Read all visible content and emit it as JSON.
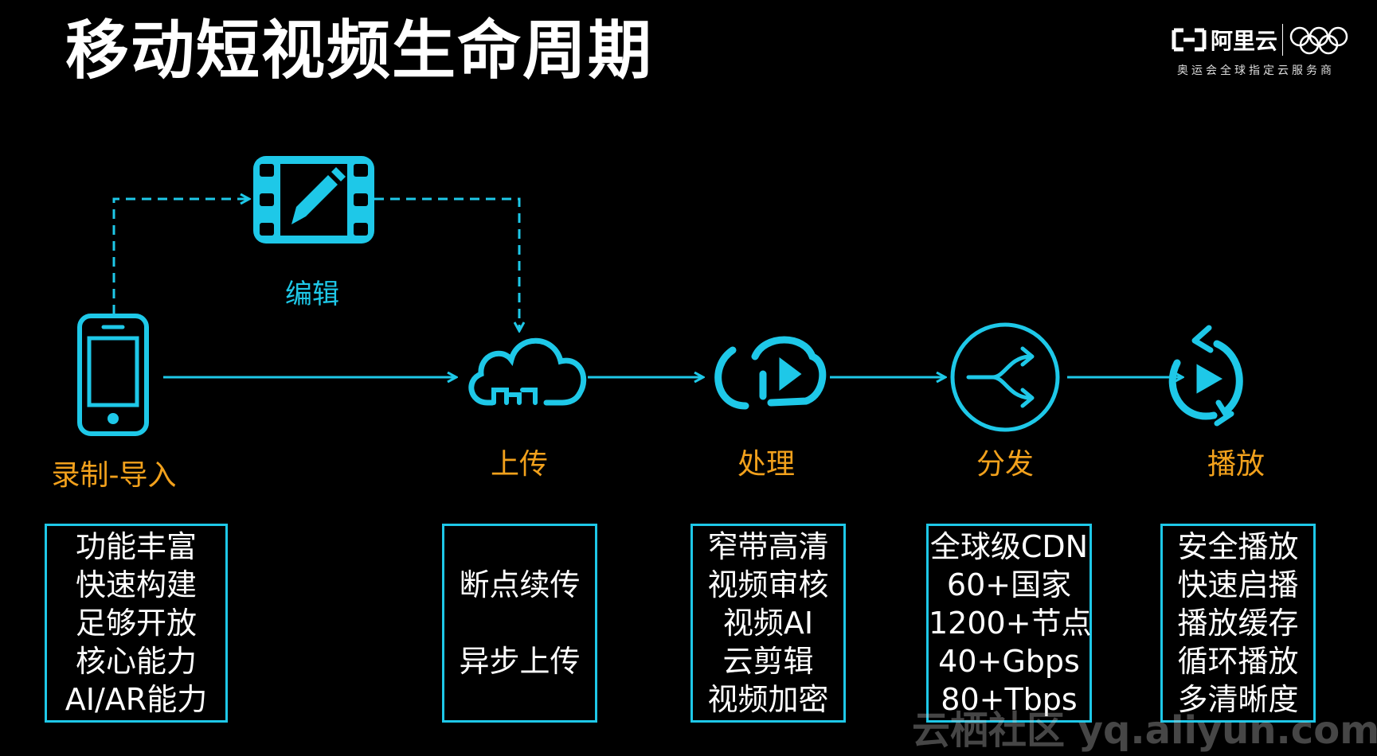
{
  "title": "移动短视频生命周期",
  "logo": {
    "brand": "阿里云",
    "subtitle": "奥运会全球指定云服务商"
  },
  "colors": {
    "accent": "#1ec8e8",
    "label": "#f2a11c",
    "background": "#000000"
  },
  "edit": {
    "label": "编辑",
    "icon": "film-edit-icon"
  },
  "stages": [
    {
      "label": "录制-导入",
      "icon": "phone-icon",
      "features": [
        "功能丰富",
        "快速构建",
        "足够开放",
        "核心能力",
        "AI/AR能力"
      ]
    },
    {
      "label": "上传",
      "icon": "cloud-upload-icon",
      "features": [
        "断点续传",
        "异步上传"
      ]
    },
    {
      "label": "处理",
      "icon": "process-play-icon",
      "features": [
        "窄带高清",
        "视频审核",
        "视频AI",
        "云剪辑",
        "视频加密"
      ]
    },
    {
      "label": "分发",
      "icon": "distribute-icon",
      "features": [
        "全球级CDN",
        "60+国家",
        "1200+节点",
        "40+Gbps",
        "80+Tbps"
      ]
    },
    {
      "label": "播放",
      "icon": "replay-icon",
      "features": [
        "安全播放",
        "快速启播",
        "播放缓存",
        "循环播放",
        "多清晰度"
      ]
    }
  ],
  "watermark": "云栖社区 yq.aliyun.com"
}
